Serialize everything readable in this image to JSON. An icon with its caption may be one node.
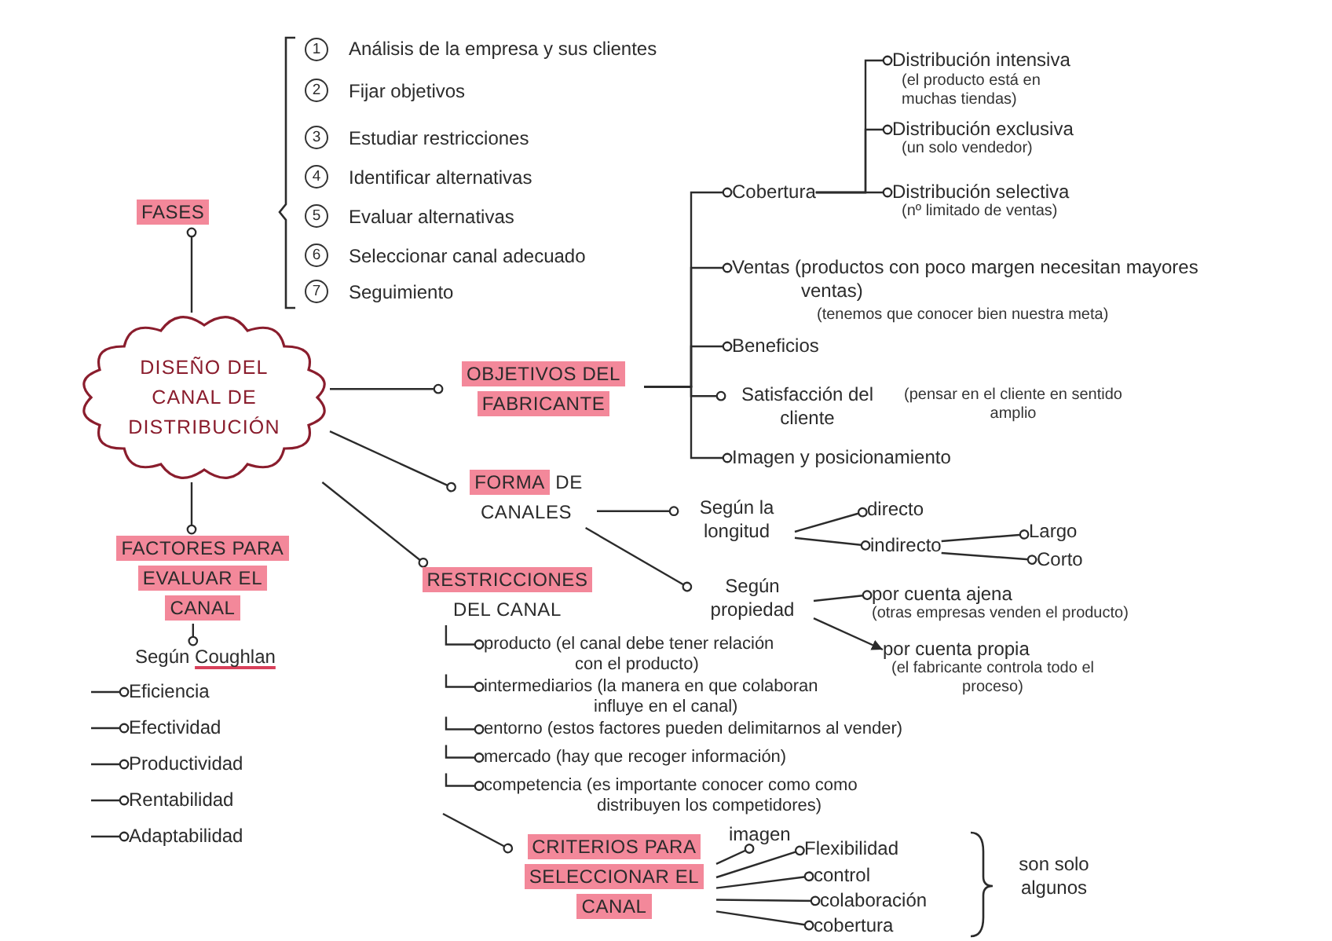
{
  "diagram": {
    "nodes": [
      {
        "text": [
          "DISEÑO DEL CANAL DE DISTRIBUCIÓN"
        ]
      },
      {
        "text": [
          "FASES"
        ]
      },
      {
        "text": [
          "OBJETIVOS DEL FABRICANTE"
        ]
      },
      {
        "text": [
          "Cobertura"
        ]
      },
      {
        "text": [
          "Distribución intensiva"
        ],
        "beside": [
          "(el producto está en muchas tiendas)"
        ]
      },
      {
        "text": [
          "Distribución exclusiva"
        ],
        "beside": [
          "(un solo vendedor)"
        ]
      },
      {
        "text": [
          "Distribución selectiva"
        ],
        "beside": [
          "(nº limitado de ventas)"
        ]
      },
      {
        "text": [
          "Ventas (productos con poco margen necesitan mayores ventas)"
        ],
        "beside": [
          "(tenemos que conocer bien nuestra meta)"
        ]
      },
      {
        "text": [
          "Beneficios"
        ]
      },
      {
        "text": [
          "Satisfacción del cliente"
        ],
        "beside": [
          "(pensar en el cliente en sentido amplio"
        ]
      },
      {
        "text": [
          "Imagen y posicionamiento"
        ]
      },
      {
        "text": [
          "**FORMA** DE CANALES"
        ]
      },
      {
        "text": [
          "Según la longitud"
        ]
      },
      {
        "text": [
          "directo"
        ]
      },
      {
        "text": [
          "indirecto"
        ]
      },
      {
        "text": [
          "Largo"
        ]
      },
      {
        "text": [
          "Corto"
        ]
      },
      {
        "text": [
          "Según propiedad"
        ]
      },
      {
        "text": [
          "por cuenta ajena"
        ],
        "beside": [
          "(otras empresas venden el producto)"
        ]
      },
      {
        "text": [
          "por cuenta propia"
        ],
        "beside": [
          "(el fabricante controla todo el proceso)"
        ]
      },
      {
        "text": [
          "**RESTRICCIONES** DEL CANAL"
        ]
      },
      {
        "text": [
          "producto (el canal debe tener relación con el producto)"
        ]
      },
      {
        "text": [
          "intermediarios (la manera en que colaboran influye en el canal)"
        ]
      },
      {
        "text": [
          "entorno (estos factores pueden delimitarnos al vender)"
        ]
      },
      {
        "text": [
          "mercado (hay que recoger información)"
        ]
      },
      {
        "text": [
          "competencia (es importante conocer como como distribuyen los competidores)"
        ]
      },
      {
        "text": [
          "CRITERIOS PARA SELECCIONAR EL CANAL"
        ]
      },
      {
        "text": [
          "imagen"
        ]
      },
      {
        "text": [
          "Flexibilidad"
        ]
      },
      {
        "text": [
          "control"
        ]
      },
      {
        "text": [
          "colaboración"
        ]
      },
      {
        "text": [
          "cobertura"
        ]
      },
      {
        "text": [
          "FACTORES PARA EVALUAR EL CANAL"
        ]
      },
      {
        "text": [
          "Según *Coughlan*"
        ]
      },
      {
        "text": [
          "Eficiencia"
        ]
      },
      {
        "text": [
          "Efectividad"
        ]
      },
      {
        "text": [
          "Productividad"
        ]
      },
      {
        "text": [
          "Rentabilidad"
        ]
      },
      {
        "text": [
          "Adaptabilidad"
        ]
      }
    ],
    "edges": [
      {
        "from": 0,
        "to": 1,
        "arrow": "other"
      },
      {
        "from": 0,
        "to": 2,
        "arrow": "other"
      },
      {
        "from": 2,
        "to": 3,
        "arrow": "other"
      },
      {
        "from": 2,
        "to": 7,
        "arrow": "other"
      },
      {
        "from": 2,
        "to": 8,
        "arrow": "other"
      },
      {
        "from": 2,
        "to": 9,
        "arrow": "other"
      },
      {
        "from": 2,
        "to": 10,
        "arrow": "other"
      },
      {
        "from": 3,
        "to": 4,
        "arrow": "other"
      },
      {
        "from": 3,
        "to": 5,
        "arrow": "other"
      },
      {
        "from": 3,
        "to": 6,
        "arrow": "other"
      },
      {
        "from": 0,
        "to": 11,
        "arrow": "other"
      },
      {
        "from": 11,
        "to": 12,
        "arrow": "other"
      },
      {
        "from": 11,
        "to": 17,
        "arrow": "other"
      },
      {
        "from": 12,
        "to": 13,
        "arrow": "other"
      },
      {
        "from": 12,
        "to": 14,
        "arrow": "other"
      },
      {
        "from": 14,
        "to": 15,
        "arrow": "other"
      },
      {
        "from": 14,
        "to": 16,
        "arrow": "other"
      },
      {
        "from": 17,
        "to": 18,
        "arrow": "other"
      },
      {
        "from": 17,
        "to": 19,
        "arrow": "to"
      },
      {
        "from": 0,
        "to": 20,
        "arrow": "other"
      },
      {
        "from": 20,
        "to": 21,
        "arrow": "other"
      },
      {
        "from": null,
        "to": 22,
        "arrow": "other"
      },
      {
        "from": null,
        "to": 23,
        "arrow": "other"
      },
      {
        "from": null,
        "to": 24,
        "arrow": "other"
      },
      {
        "from": null,
        "to": 25,
        "arrow": "other"
      },
      {
        "from": null,
        "to": 26,
        "arrow": "other"
      },
      {
        "from": 26,
        "to": 27,
        "arrow": "other"
      },
      {
        "from": 26,
        "to": 28,
        "arrow": "other"
      },
      {
        "from": 26,
        "to": 29,
        "arrow": "other"
      },
      {
        "from": 26,
        "to": 30,
        "arrow": "other"
      },
      {
        "from": 26,
        "to": 31,
        "arrow": "other"
      },
      {
        "from": 0,
        "to": 32,
        "arrow": "other"
      },
      {
        "from": 32,
        "to": 33,
        "arrow": "other"
      },
      {
        "from": null,
        "to": 34,
        "arrow": "other"
      },
      {
        "from": null,
        "to": 35,
        "arrow": "other"
      },
      {
        "from": null,
        "to": 36,
        "arrow": "other"
      },
      {
        "from": null,
        "to": 37,
        "arrow": "other"
      },
      {
        "from": null,
        "to": 38,
        "arrow": "other"
      }
    ],
    "labels": [
      "1",
      "Análisis de la empresa y sus clientes",
      "2",
      "Fijar objetivos",
      "3",
      "Estudiar restricciones",
      "4",
      "Identificar alternativas",
      "5",
      "Evaluar alternativas",
      "6",
      "Seleccionar canal adecuado",
      "7",
      "Seguimiento",
      "son solo algunos"
    ]
  }
}
